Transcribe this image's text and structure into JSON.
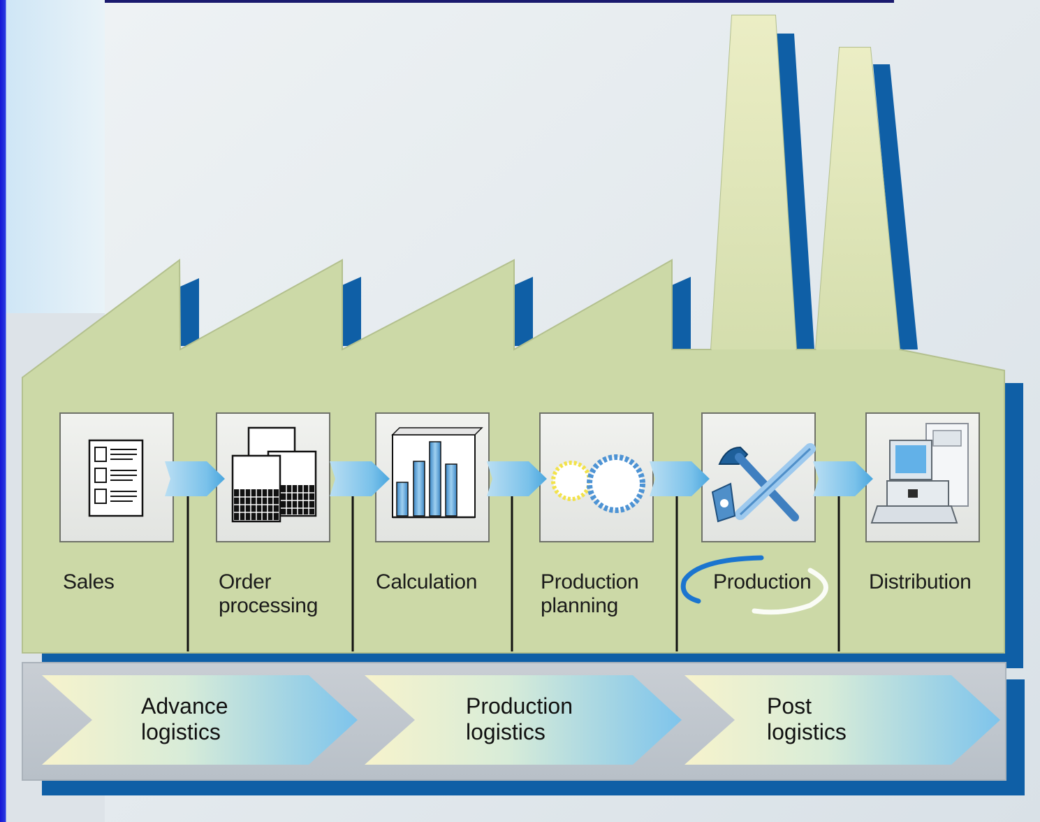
{
  "steps": [
    {
      "label": "Sales",
      "icon": "document-list-icon"
    },
    {
      "label": "Order\nprocessing",
      "icon": "forms-icon"
    },
    {
      "label": "Calculation",
      "icon": "bar-chart-icon"
    },
    {
      "label": "Production\nplanning",
      "icon": "gears-icon"
    },
    {
      "label": "Production",
      "icon": "tools-icon"
    },
    {
      "label": "Distribution",
      "icon": "computer-icon"
    }
  ],
  "phases": [
    {
      "label": "Advance\nlogistics"
    },
    {
      "label": "Production\nlogistics"
    },
    {
      "label": "Post\nlogistics"
    }
  ],
  "colors": {
    "factory": "#ccd9a7",
    "shadow": "#0f5fa6",
    "arrow": "#7cc4ec"
  }
}
